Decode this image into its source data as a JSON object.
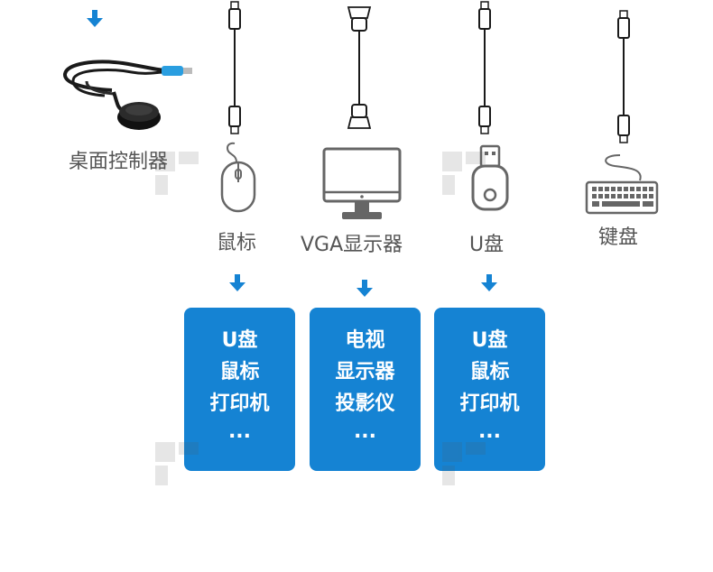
{
  "devices": {
    "controller": "桌面控制器",
    "mouse": "鼠标",
    "display": "VGA显示器",
    "usb_drive": "U盘",
    "keyboard": "键盘"
  },
  "boxes": [
    {
      "lines": [
        "U盘",
        "鼠标",
        "打印机"
      ],
      "ellipsis": "..."
    },
    {
      "lines": [
        "电视",
        "显示器",
        "投影仪"
      ],
      "ellipsis": "..."
    },
    {
      "lines": [
        "U盘",
        "鼠标",
        "打印机"
      ],
      "ellipsis": "..."
    }
  ],
  "colors": {
    "accent": "#1583d3",
    "cable": "#222222",
    "icon": "#666666",
    "text": "#555555"
  },
  "icons": [
    "down-arrow-icon",
    "desktop-controller-icon",
    "usb-cable-icon",
    "vga-cable-icon",
    "mouse-icon",
    "monitor-icon",
    "usb-drive-icon",
    "keyboard-icon"
  ]
}
